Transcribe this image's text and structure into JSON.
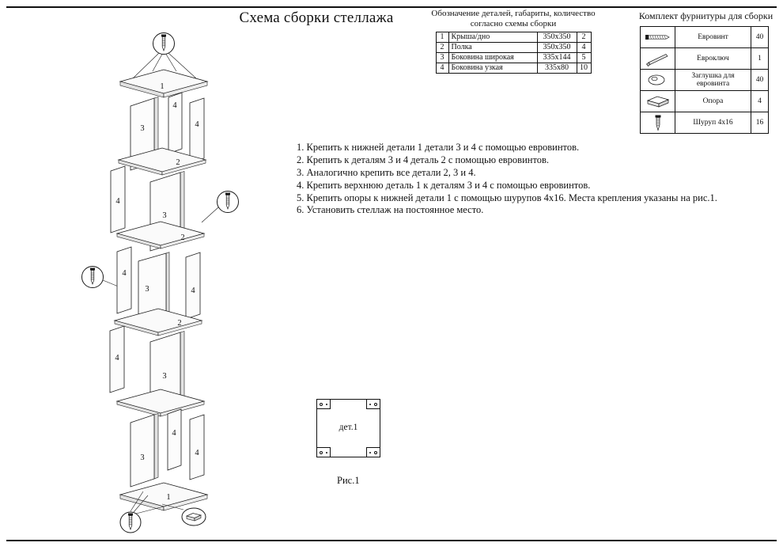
{
  "page": {
    "title": "Схема сборки стеллажа"
  },
  "parts_table": {
    "title_line1": "Обозначение деталей, габариты, количество",
    "title_line2": "согласно схемы сборки",
    "rows": [
      {
        "num": "1",
        "name": "Крыша/дно",
        "size": "350x350",
        "qty": "2"
      },
      {
        "num": "2",
        "name": "Полка",
        "size": "350x350",
        "qty": "4"
      },
      {
        "num": "3",
        "name": "Боковина широкая",
        "size": "335x144",
        "qty": "5"
      },
      {
        "num": "4",
        "name": "Боковина узкая",
        "size": "335x80",
        "qty": "10"
      }
    ]
  },
  "hardware_table": {
    "title": "Комплект фурнитуры для сборки",
    "rows": [
      {
        "icon": "eurovint-icon",
        "name": "Евровинт",
        "qty": "40"
      },
      {
        "icon": "eurokey-icon",
        "name": "Евроключ",
        "qty": "1"
      },
      {
        "icon": "plug-icon",
        "name": "Заглушка для евровинта",
        "qty": "40"
      },
      {
        "icon": "support-icon",
        "name": "Опора",
        "qty": "4"
      },
      {
        "icon": "screw-icon",
        "name": "Шуруп 4x16",
        "qty": "16"
      }
    ]
  },
  "instructions": [
    "1. Крепить к нижней детали 1 детали 3 и 4 с помощью евровинтов.",
    "2. Крепить к деталям 3 и 4 деталь 2 с помощью евровинтов.",
    "3. Аналогично крепить все детали 2, 3 и 4.",
    "4. Крепить верхнюю деталь 1 к деталям 3 и 4 с помощью евровинтов.",
    "5. Крепить опоры к нижней детали 1 с помощью шурупов 4x16. Места крепления указаны на рис.1.",
    "6. Установить стеллаж на постоянное место."
  ],
  "figure": {
    "label": "дет.1",
    "caption": "Рис.1"
  },
  "diagram": {
    "labels": [
      "1",
      "4",
      "3",
      "4",
      "2",
      "4",
      "3",
      "2",
      "4",
      "3",
      "4",
      "2",
      "4",
      "3",
      "3",
      "4",
      "4",
      "1"
    ]
  }
}
